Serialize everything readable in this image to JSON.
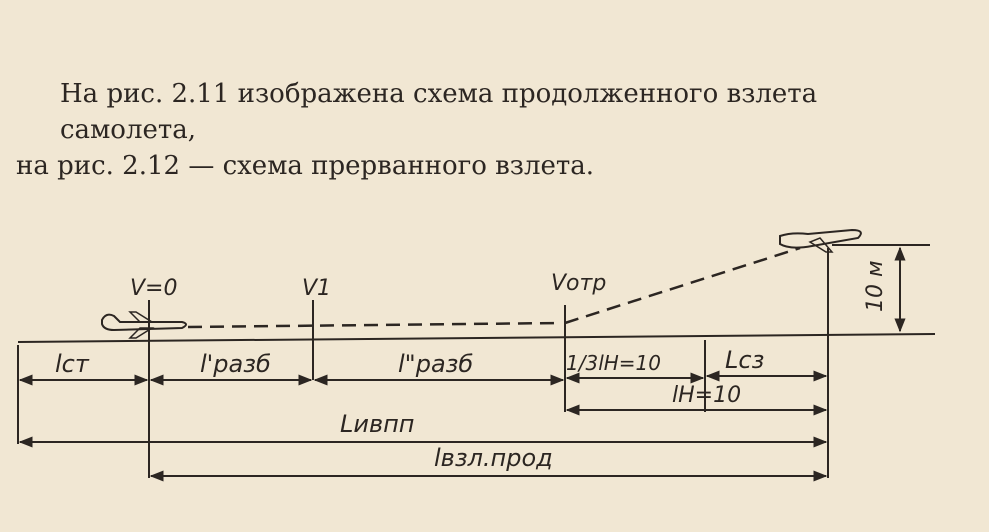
{
  "paragraph": {
    "line1": "На рис. 2.11 изображена схема продолженного взлета самолета,",
    "line2": "на рис. 2.12 — схема прерванного взлета."
  },
  "diagram": {
    "speeds": {
      "v0": "V=0",
      "v1": "V1",
      "votk": "Vотр"
    },
    "segments": {
      "l_st": "lст",
      "l_razb1": "l'разб",
      "l_razb2": "l\"разб",
      "l_h10_third": "1/3lH=10",
      "L_sz": "Lсз",
      "l_h10": "lH=10",
      "L_ivpp": "Lивпп",
      "l_vzl_prod": "lвзл.прод"
    },
    "height": "10 м"
  }
}
